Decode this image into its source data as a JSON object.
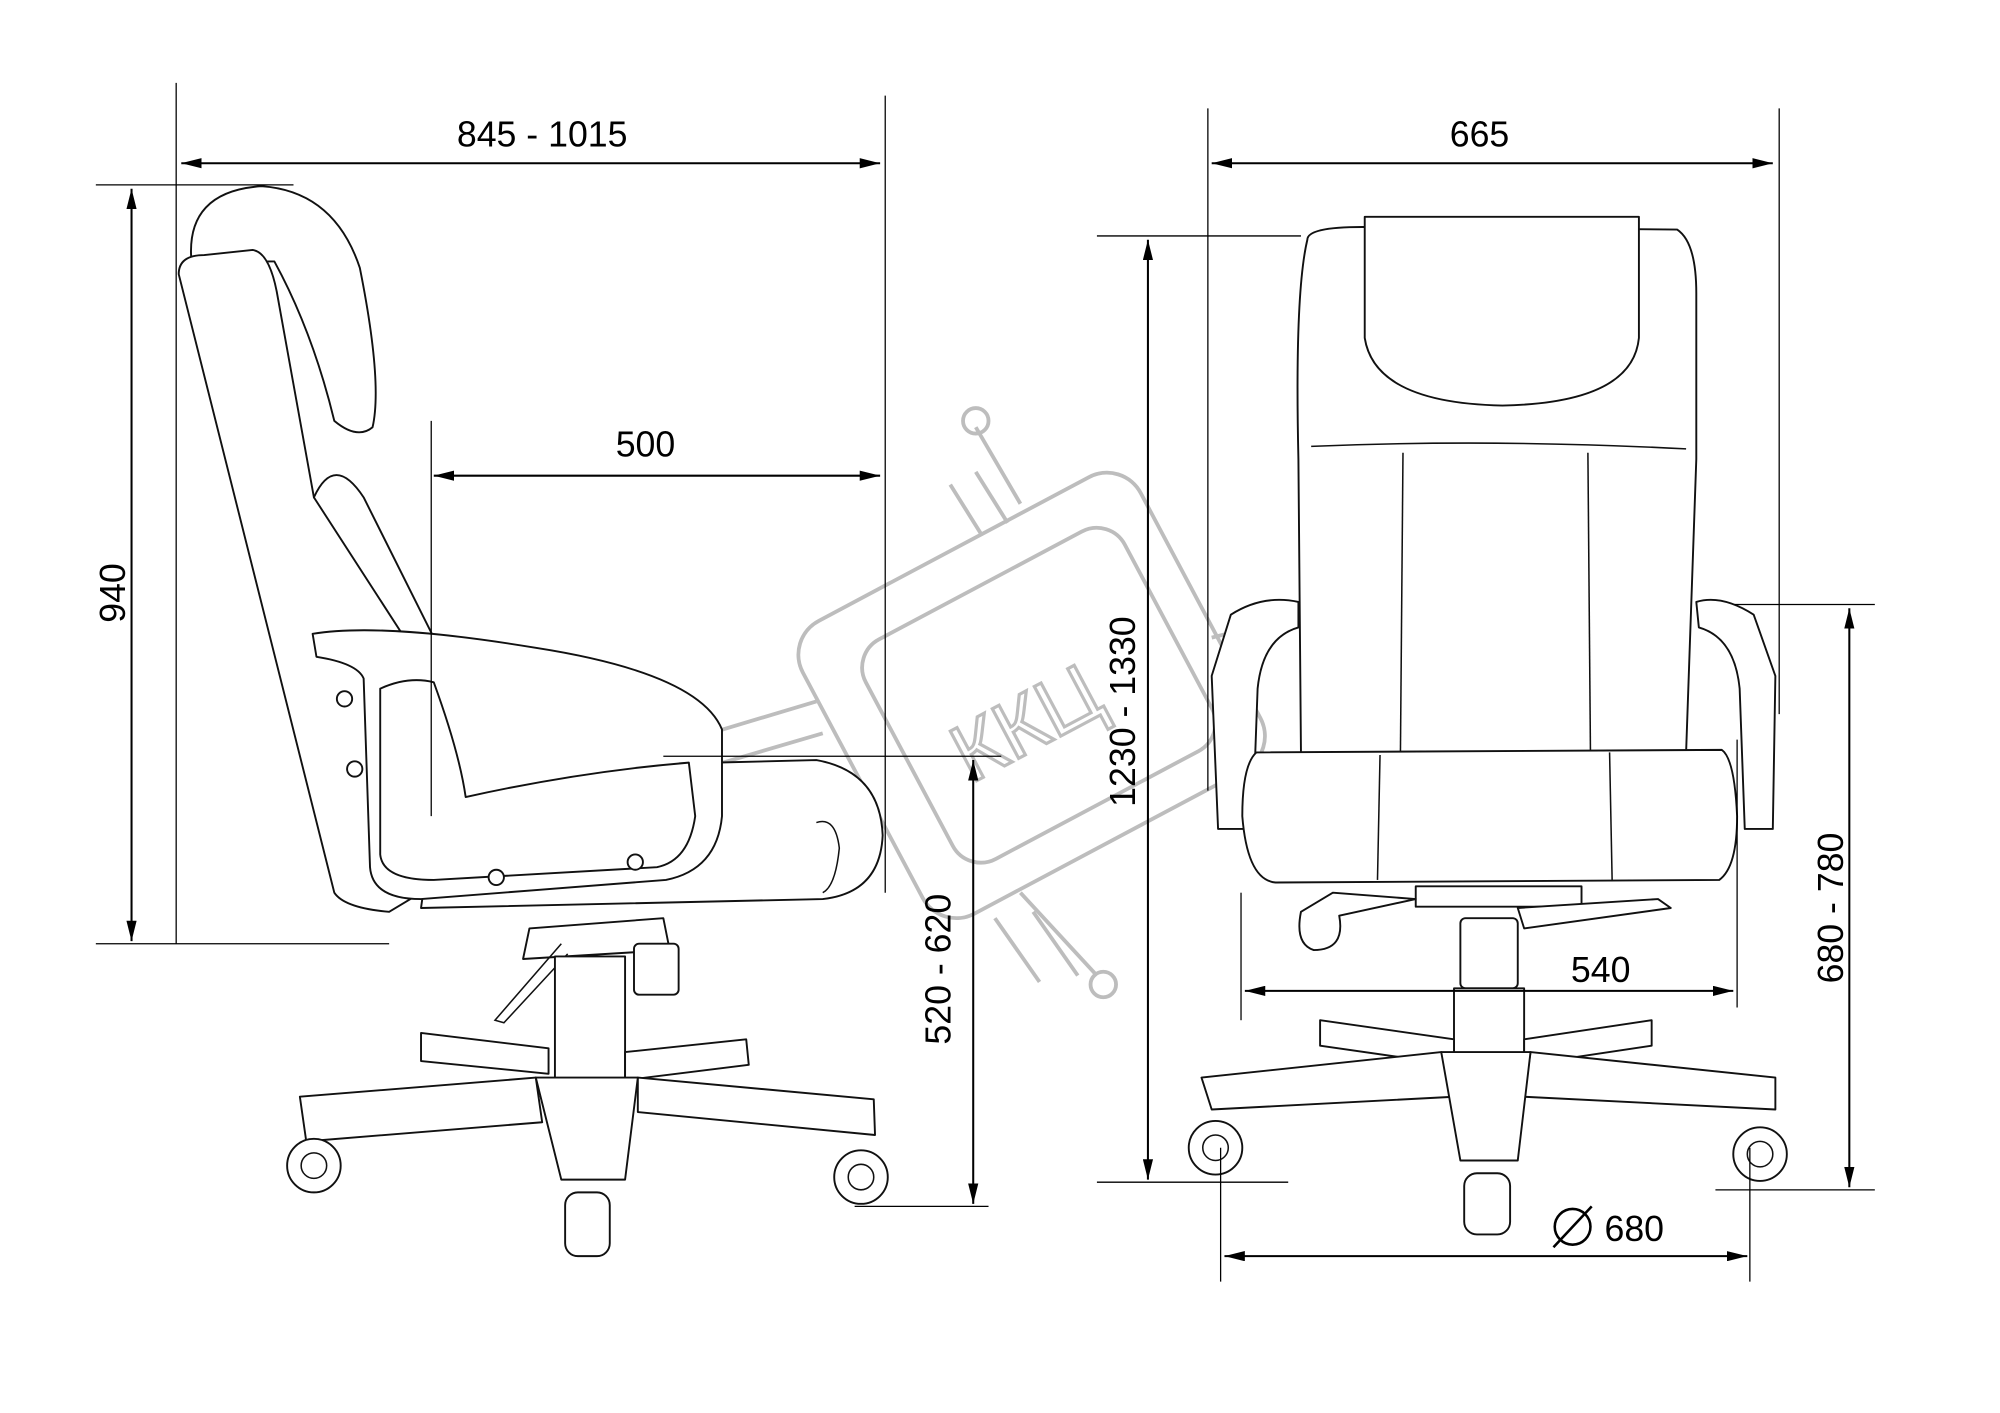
{
  "diagram": {
    "side_view": {
      "overall_depth": "845 - 1015",
      "seat_depth": "500",
      "back_height": "940",
      "seat_height": "520 - 620"
    },
    "front_view": {
      "overall_width": "665",
      "overall_height": "1230 - 1330",
      "seat_width": "540",
      "armrest_height": "680 - 780",
      "base_diameter": "680",
      "diameter_symbol": "Ø"
    },
    "watermark": "ККЦ"
  }
}
